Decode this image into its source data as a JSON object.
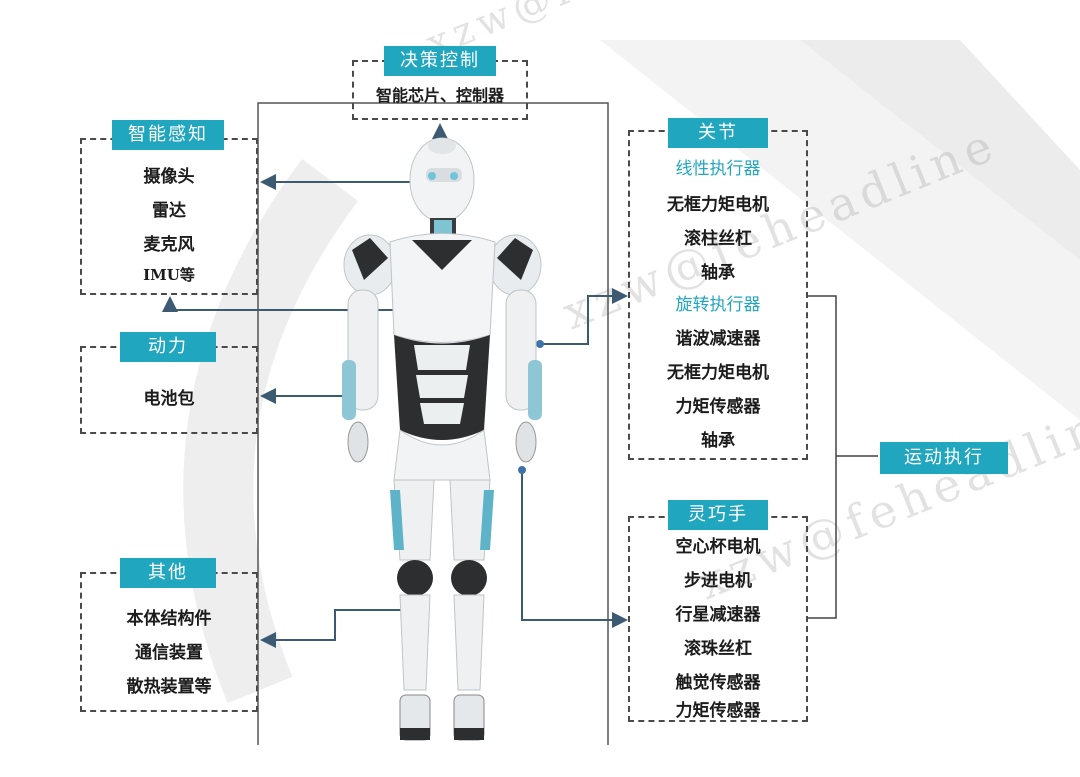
{
  "watermark": "xzw@feheadline",
  "decision": {
    "title": "决策控制",
    "items": [
      "智能芯片、控制器"
    ]
  },
  "perception": {
    "title": "智能感知",
    "items": [
      "摄像头",
      "雷达",
      "麦克风",
      "IMU等"
    ]
  },
  "power": {
    "title": "动力",
    "items": [
      "电池包"
    ]
  },
  "other": {
    "title": "其他",
    "items": [
      "本体结构件",
      "通信装置",
      "散热装置等"
    ]
  },
  "joint": {
    "title": "关节",
    "linear_header": "线性执行器",
    "linear_items": [
      "无框力矩电机",
      "滚柱丝杠",
      "轴承"
    ],
    "rotary_header": "旋转执行器",
    "rotary_items": [
      "谐波减速器",
      "无框力矩电机",
      "力矩传感器",
      "轴承"
    ]
  },
  "hand": {
    "title": "灵巧手",
    "items": [
      "空心杯电机",
      "步进电机",
      "行星减速器",
      "滚珠丝杠",
      "触觉传感器",
      "力矩传感器"
    ]
  },
  "motion": {
    "title": "运动执行"
  },
  "colors": {
    "accent": "#21a6bf",
    "line": "#3d5a73"
  }
}
